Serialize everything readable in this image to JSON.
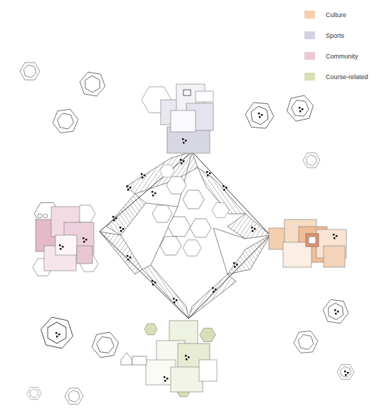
{
  "diagram": {
    "legend": [
      {
        "text": "Culture",
        "color": "#f5cfae"
      },
      {
        "text": "Sports",
        "color": "#d3d1e2"
      },
      {
        "text": "Community",
        "color": "#eec8d7"
      },
      {
        "text": "Course-related",
        "color": "#d7dfb6"
      }
    ]
  }
}
